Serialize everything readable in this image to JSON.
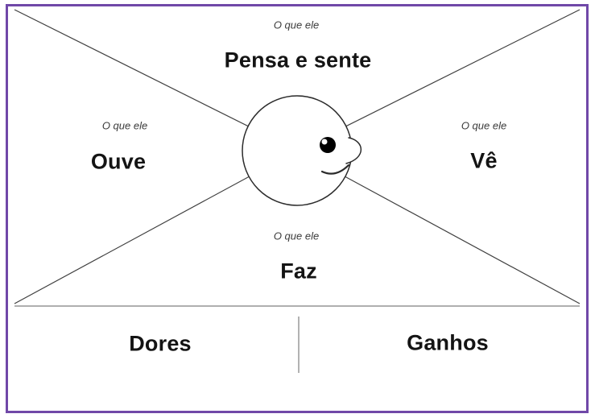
{
  "colors": {
    "frame_border": "#7048a8",
    "diagonal_line": "#3f3f3f",
    "divider_line": "#7f7f7f",
    "label_text": "#141414"
  },
  "quadrants": {
    "top": {
      "prefix": "O que ele",
      "label": "Pensa e sente"
    },
    "left": {
      "prefix": "O que ele",
      "label": "Ouve"
    },
    "right": {
      "prefix": "O que ele",
      "label": "Vê"
    },
    "bottom": {
      "prefix": "O que ele",
      "label": "Faz"
    }
  },
  "footer": {
    "left_label": "Dores",
    "right_label": "Ganhos"
  }
}
